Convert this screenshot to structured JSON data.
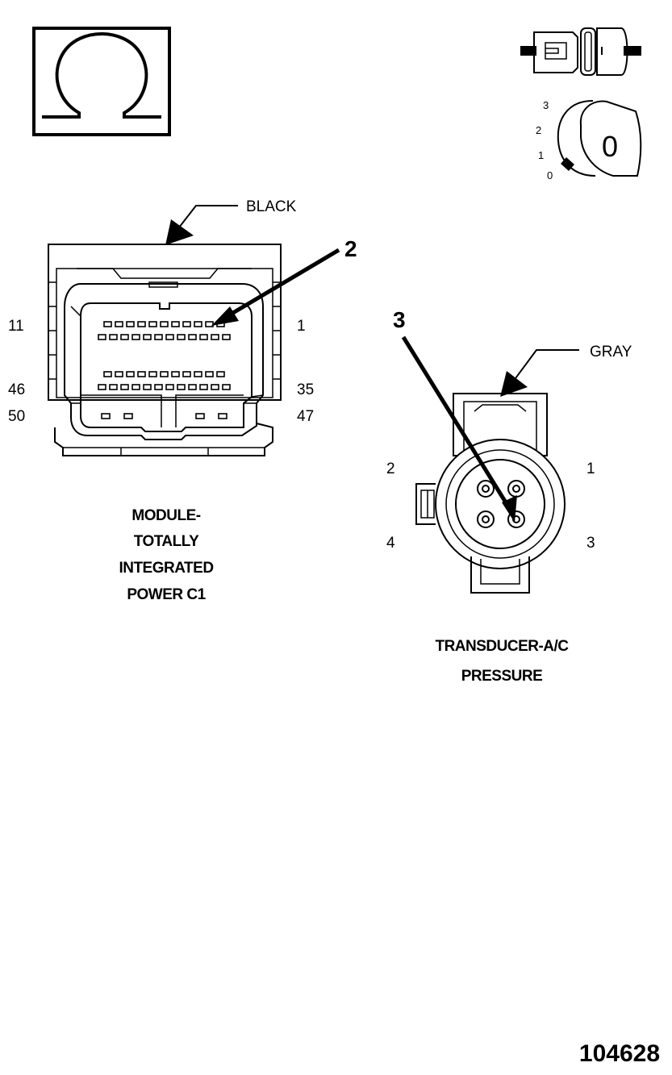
{
  "figure_id": "104628",
  "ohmmeter": {
    "symbol": "Ω"
  },
  "ignition_key": {
    "positions": [
      "3",
      "2",
      "1",
      "0"
    ],
    "current_position": "0"
  },
  "connector_c1": {
    "color_label": "BLACK",
    "callout_number": "2",
    "pin_labels": {
      "top_left": "11",
      "top_right": "1",
      "middle_left": "46",
      "middle_right": "35",
      "bottom_left": "50",
      "bottom_right": "47"
    },
    "caption": [
      "MODULE-",
      "TOTALLY",
      "INTEGRATED",
      "POWER C1"
    ]
  },
  "transducer": {
    "color_label": "GRAY",
    "callout_number": "3",
    "pin_labels": {
      "pin2": "2",
      "pin1": "1",
      "pin4": "4",
      "pin3": "3"
    },
    "caption": [
      "TRANSDUCER-A/C",
      "PRESSURE"
    ]
  }
}
